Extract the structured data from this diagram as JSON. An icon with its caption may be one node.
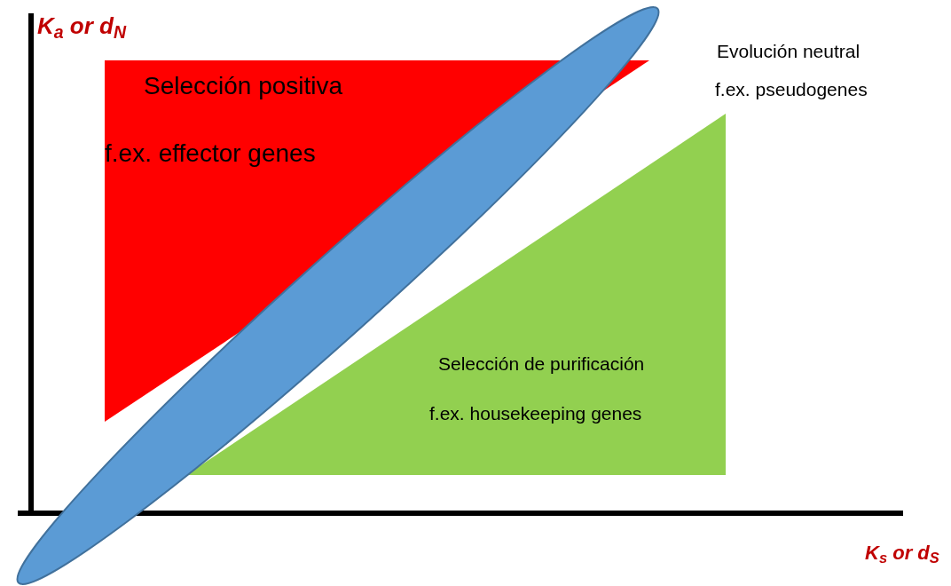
{
  "diagram": {
    "nodes": [
      {
        "text": [
          "Selección positiva",
          "f.ex. effector genes"
        ]
      },
      {
        "text": [
          "Selección de purificación",
          "f.ex. housekeeping genes"
        ]
      }
    ],
    "labels": [
      "K$_{a}$ or d$_{N}$",
      "Evolución neutral",
      "f.ex. pseudogenes",
      "K$_{s}$ or d$_{S}$"
    ]
  }
}
